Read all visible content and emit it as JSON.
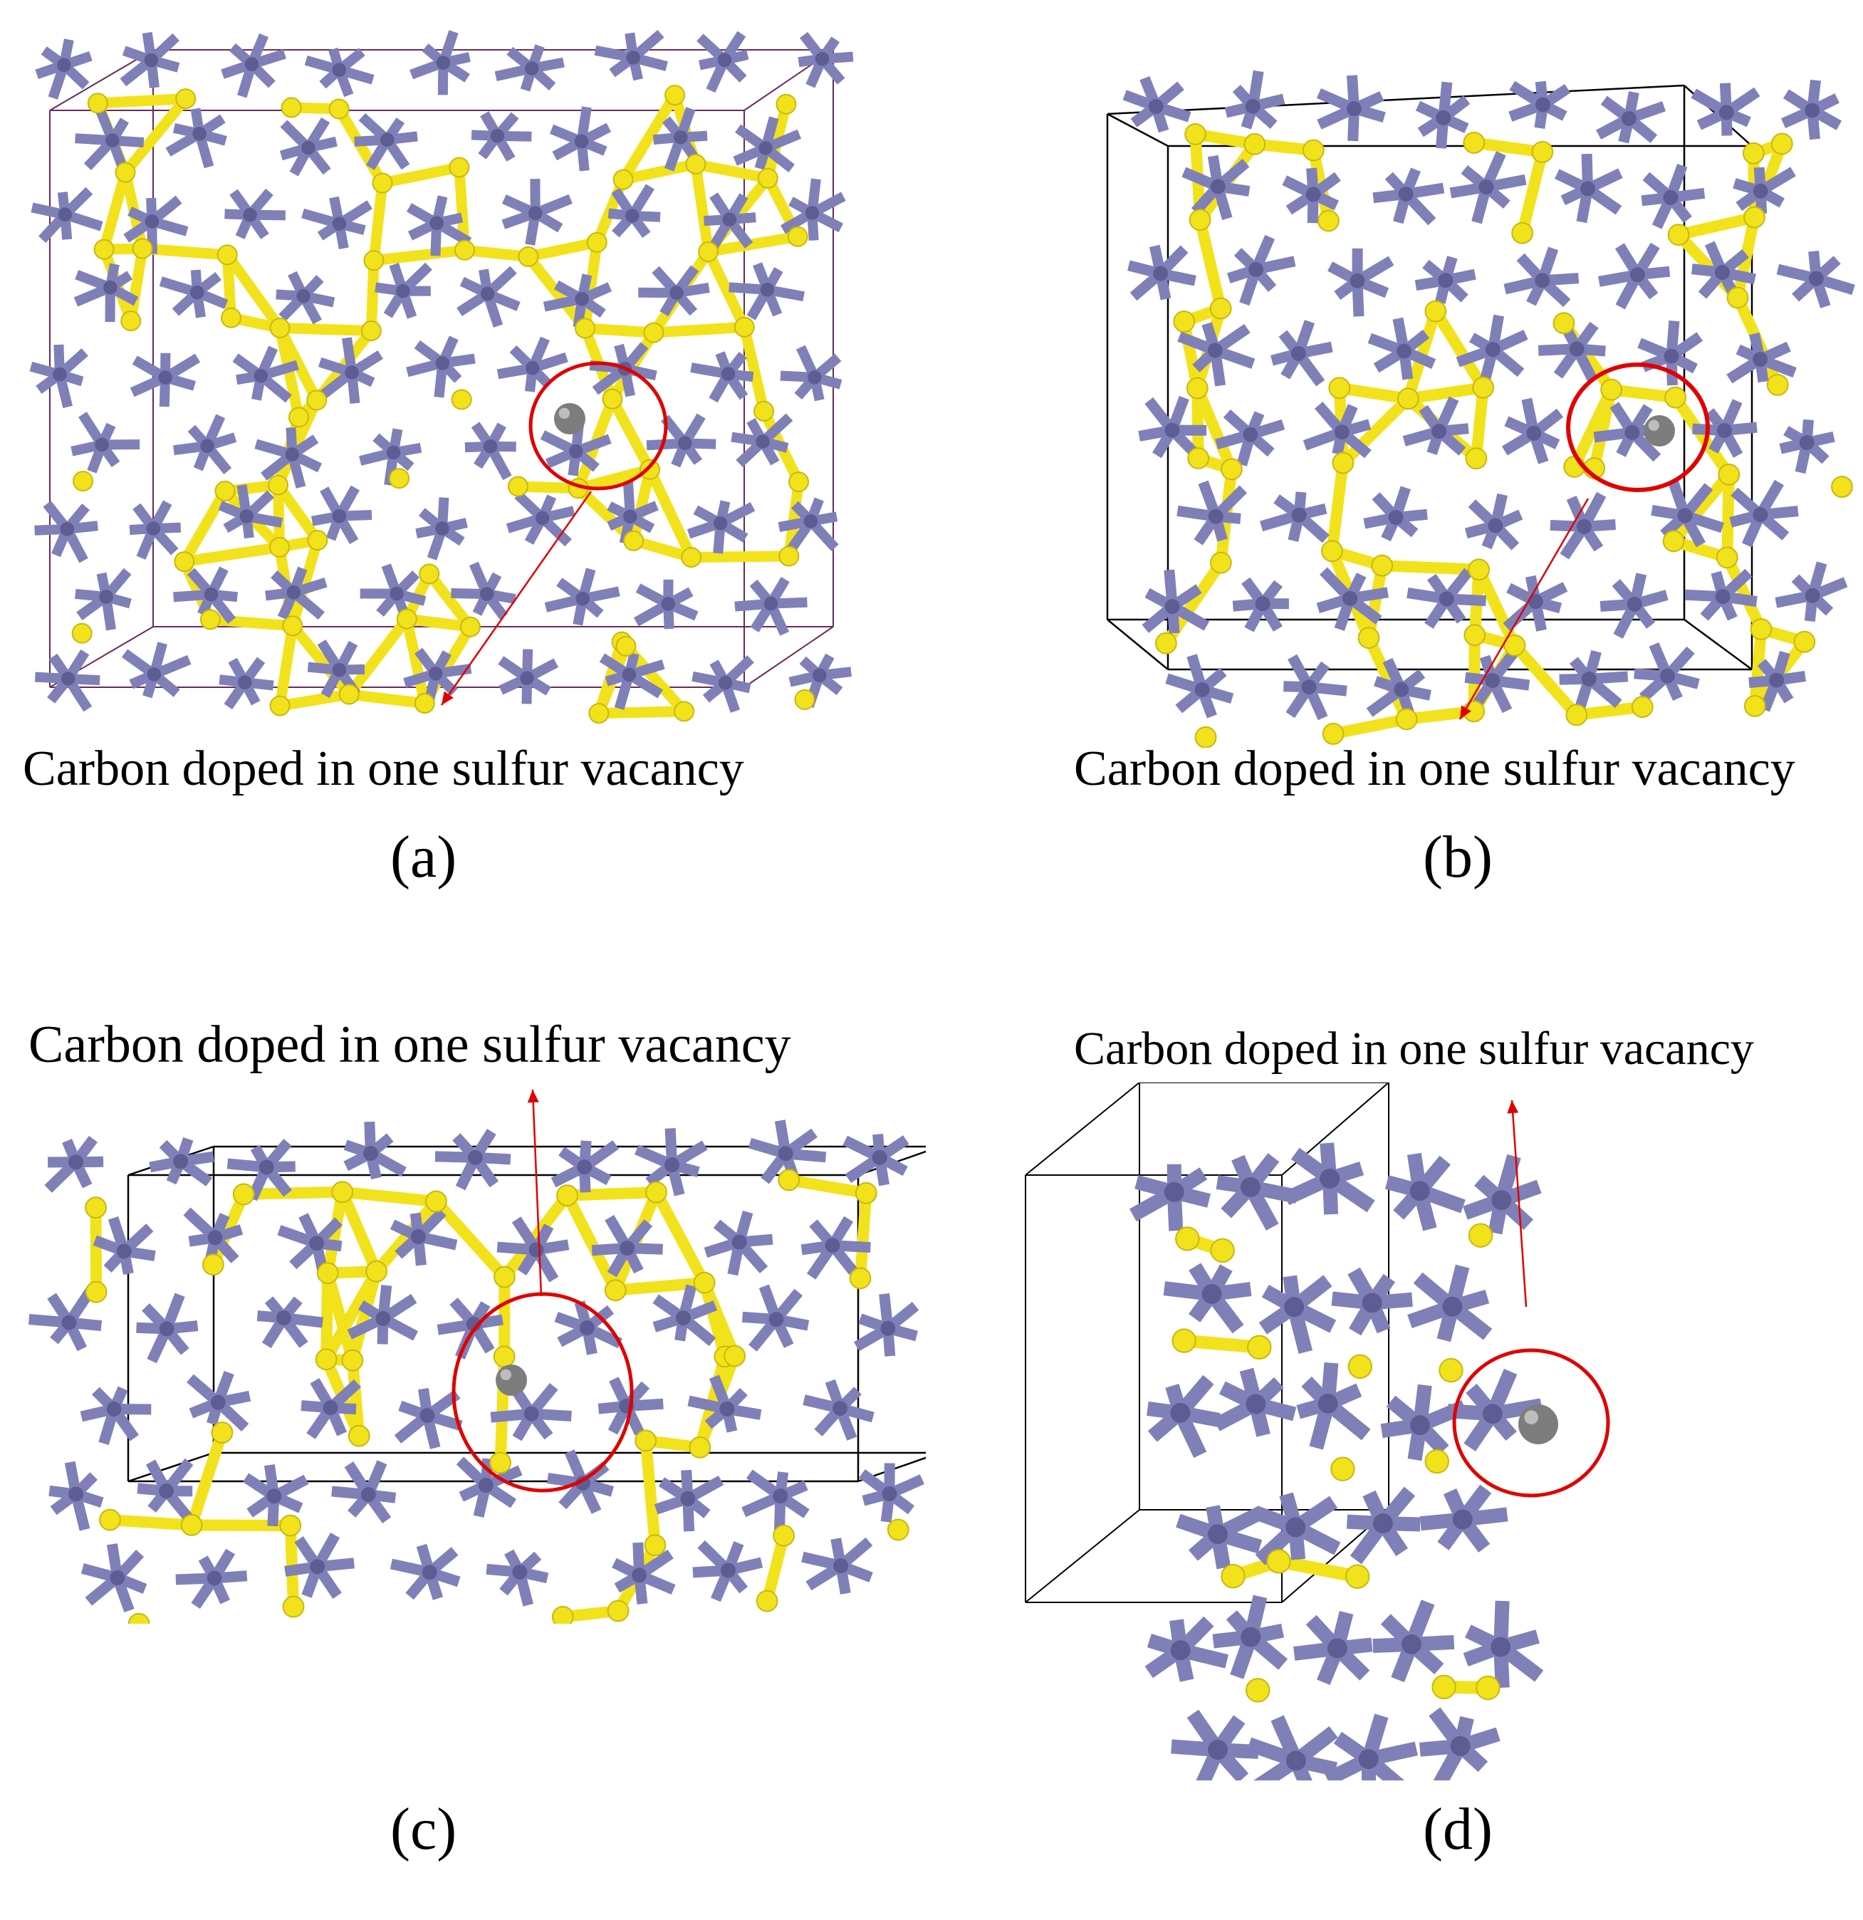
{
  "colors": {
    "tin": "#8080b8",
    "tin_dark": "#5d5d93",
    "sulfur": "#f2e21c",
    "sulfur_dark": "#c9b80e",
    "carbon": "#7d7d7d",
    "highlight": "#e00000",
    "cell_edge": "#000000",
    "cell_edge_a": "#6a2a5a"
  },
  "panels": [
    {
      "caption": "Carbon doped in one sulfur vacancy",
      "letter": "(a)"
    },
    {
      "caption": "Carbon doped in one sulfur vacancy",
      "letter": "(b)"
    },
    {
      "caption": "Carbon doped in one sulfur vacancy",
      "letter": "(c)"
    },
    {
      "caption": "Carbon doped in one sulfur vacancy",
      "letter": "(d)"
    }
  ]
}
